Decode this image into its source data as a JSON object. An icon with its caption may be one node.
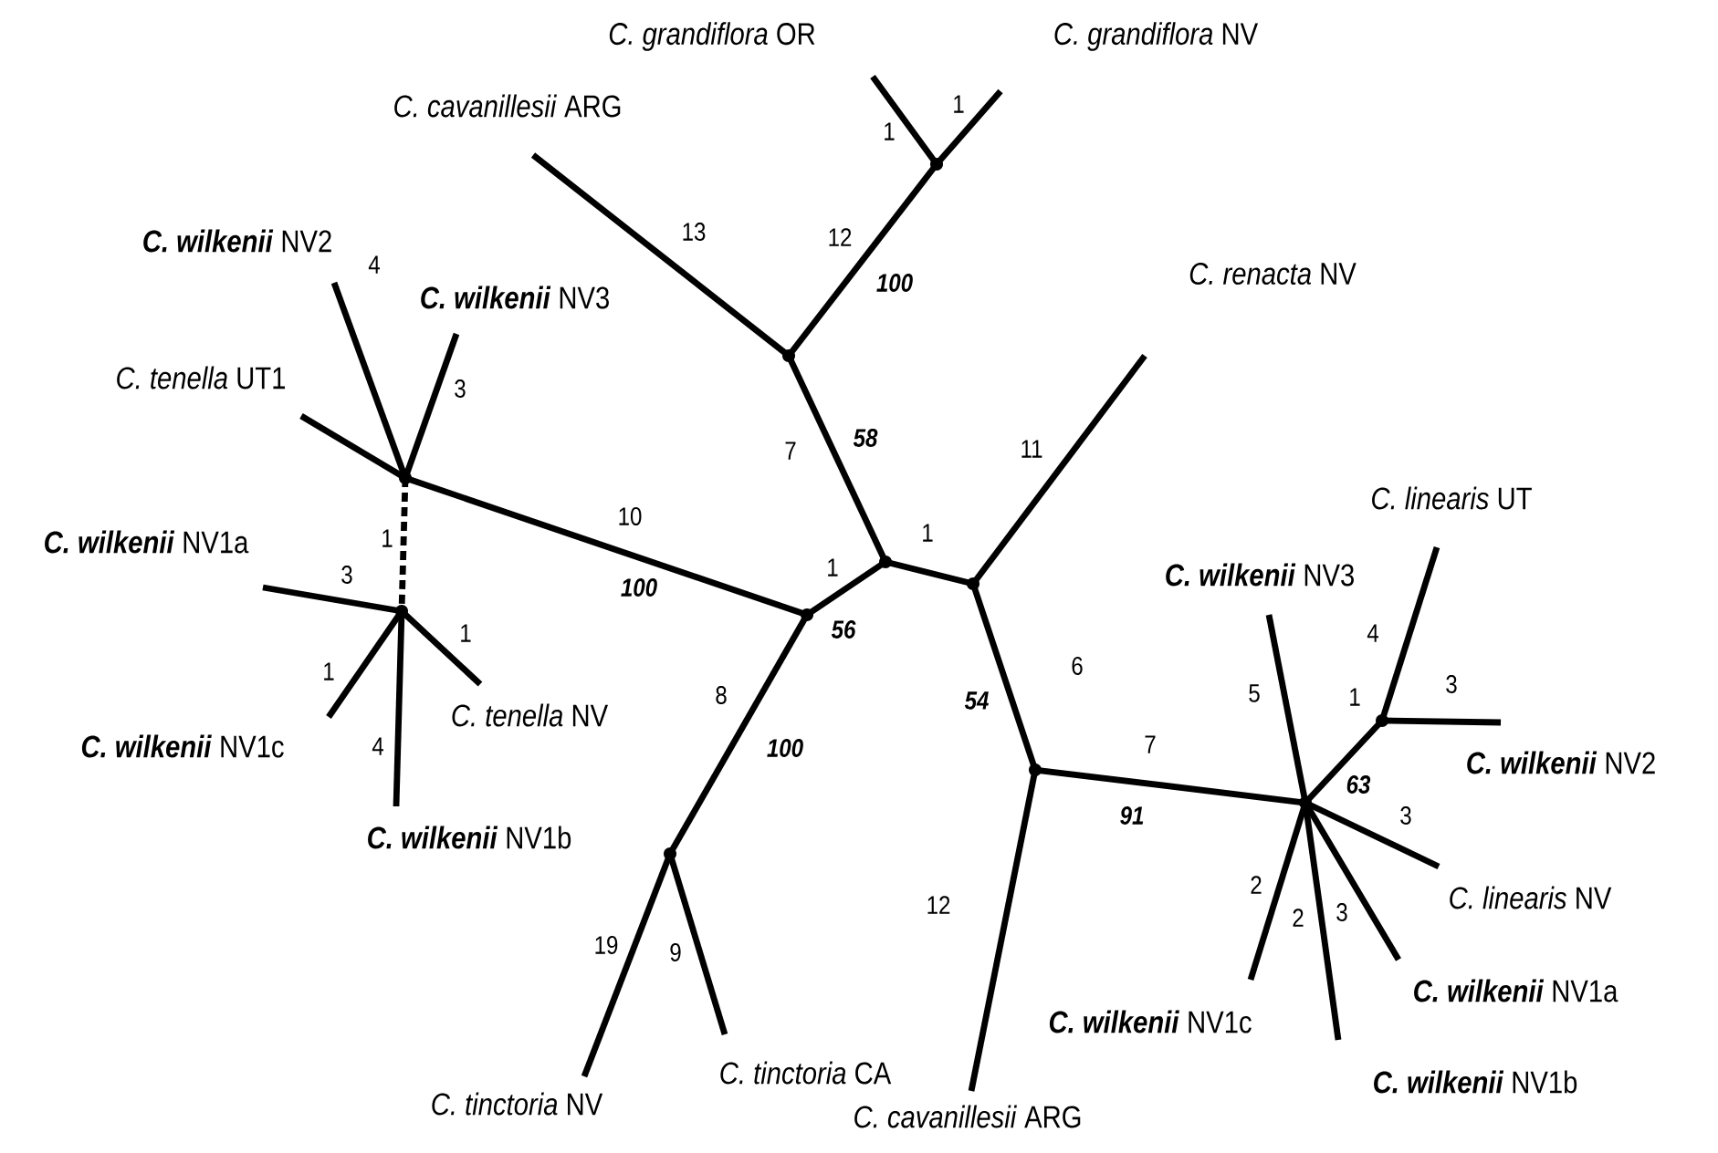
{
  "diagram": {
    "nodes": [
      {
        "text": [
          "*C. grandiflora* OR"
        ]
      },
      {
        "text": [
          "*C. grandiflora* NV"
        ]
      },
      {
        "text": [
          "*C. cavanillesii* ARG"
        ]
      },
      {
        "text": [
          "**C. wilkenii** NV2"
        ]
      },
      {
        "text": [
          "*C. renacta* NV"
        ]
      },
      {
        "text": [
          "**C. wilkenii** NV3"
        ]
      },
      {
        "text": [
          "*C. tenella* UT1"
        ]
      },
      {
        "text": [
          "*C. linearis* UT"
        ]
      },
      {
        "text": [
          "**C. wilkenii** NV1a"
        ]
      },
      {
        "text": [
          "**C. wilkenii** NV3"
        ]
      },
      {
        "text": [
          "*C. tenella* NV"
        ]
      },
      {
        "text": [
          "**C. wilkenii** NV1c"
        ]
      },
      {
        "text": [
          "**C. wilkenii** NV2"
        ]
      },
      {
        "text": [
          "**C. wilkenii** NV1b"
        ]
      },
      {
        "text": [
          "*C. linearis* NV"
        ]
      },
      {
        "text": [
          "**C. wilkenii** NV1a"
        ]
      },
      {
        "text": [
          "**C. wilkenii** NV1c"
        ]
      },
      {
        "text": [
          "*C. tinctoria* CA"
        ]
      },
      {
        "text": [
          "**C. wilkenii** NV1b"
        ]
      },
      {
        "text": [
          "*C. tinctoria* NV"
        ]
      },
      {
        "text": [
          "*C. cavanillesii* ARG"
        ]
      },
      {
        "text": [],
        "shape": "point"
      },
      {
        "text": [],
        "shape": "point"
      },
      {
        "text": [],
        "shape": "point"
      },
      {
        "text": [],
        "shape": "point"
      },
      {
        "text": [],
        "shape": "point"
      },
      {
        "text": [],
        "shape": "point"
      },
      {
        "text": [],
        "shape": "point"
      },
      {
        "text": [],
        "shape": "point"
      },
      {
        "text": [],
        "shape": "point"
      },
      {
        "text": [],
        "shape": "point"
      },
      {
        "text": [],
        "shape": "point"
      }
    ],
    "edges": [
      {
        "from": 21,
        "to": 26,
        "arrow": "none",
        "label": "10"
      },
      {
        "from": 21,
        "to": 22,
        "arrow": "none",
        "label": "1"
      },
      {
        "from": 22,
        "to": 24,
        "arrow": "none",
        "label": "7"
      },
      {
        "from": 22,
        "to": 23,
        "arrow": "none",
        "label": "1"
      },
      {
        "from": 23,
        "to": 4,
        "arrow": "none",
        "label": "11"
      },
      {
        "from": 24,
        "to": 2,
        "arrow": "none",
        "label": "13"
      },
      {
        "from": 24,
        "to": 25,
        "arrow": "none",
        "label": "12"
      },
      {
        "from": 25,
        "to": 0,
        "arrow": "none",
        "label": "1"
      },
      {
        "from": 25,
        "to": 1,
        "arrow": "none",
        "label": "1"
      },
      {
        "from": 26,
        "to": 3,
        "arrow": "none",
        "label": "4"
      },
      {
        "from": 26,
        "to": 5,
        "arrow": "none",
        "label": "3"
      },
      {
        "from": 26,
        "to": 6,
        "arrow": "none"
      },
      {
        "from": 26,
        "to": 27,
        "arrow": "none",
        "label": "1",
        "style": "dashed"
      },
      {
        "from": 27,
        "to": 8,
        "arrow": "none",
        "label": "3"
      },
      {
        "from": 27,
        "to": 10,
        "arrow": "none",
        "label": "1"
      },
      {
        "from": 27,
        "to": 11,
        "arrow": "none",
        "label": "1"
      },
      {
        "from": 27,
        "to": 13,
        "arrow": "none",
        "label": "4"
      },
      {
        "from": 21,
        "to": 28,
        "arrow": "none",
        "label": "8"
      },
      {
        "from": 28,
        "to": 19,
        "arrow": "none",
        "label": "19"
      },
      {
        "from": 28,
        "to": 17,
        "arrow": "none",
        "label": "9"
      },
      {
        "from": 23,
        "to": 29,
        "arrow": "none",
        "label": "6"
      },
      {
        "from": 29,
        "to": 20,
        "arrow": "none",
        "label": "12"
      },
      {
        "from": 29,
        "to": 30,
        "arrow": "none",
        "label": "7"
      },
      {
        "from": 30,
        "to": 31,
        "arrow": "none",
        "label": "1"
      },
      {
        "from": 31,
        "to": 7,
        "arrow": "none",
        "label": "4"
      },
      {
        "from": 31,
        "to": 12,
        "arrow": "none",
        "label": "3"
      },
      {
        "from": 30,
        "to": 9,
        "arrow": "none",
        "label": "5"
      },
      {
        "from": 30,
        "to": 14,
        "arrow": "none",
        "label": "3"
      },
      {
        "from": 30,
        "to": 16,
        "arrow": "none",
        "label": "2"
      },
      {
        "from": 30,
        "to": 18,
        "arrow": "none",
        "label": "2"
      },
      {
        "from": 30,
        "to": 15,
        "arrow": "none",
        "label": "3"
      }
    ],
    "labels": [
      "100",
      "58",
      "100",
      "56",
      "100",
      "54",
      "91",
      "63"
    ]
  }
}
